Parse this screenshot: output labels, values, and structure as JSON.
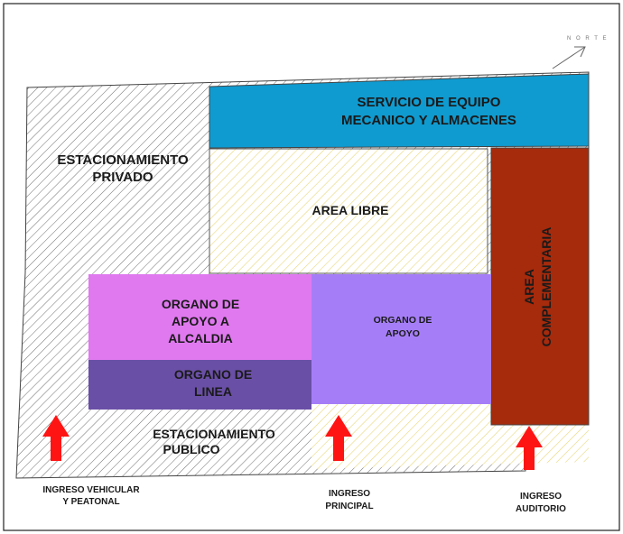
{
  "north": {
    "label": "N O R T E"
  },
  "zones": {
    "servicio": {
      "line1": "SERVICIO DE EQUIPO",
      "line2": "MECANICO Y ALMACENES",
      "color": "#0f9bd0"
    },
    "estac_privado": {
      "line1": "ESTACIONAMIENTO",
      "line2": "PRIVADO"
    },
    "area_libre": {
      "label": "AREA LIBRE",
      "hatch_color": "#e9d77c"
    },
    "area_complementaria": {
      "line1": "AREA",
      "line2": "COMPLEMENTARIA",
      "color": "#a62a0c"
    },
    "organo_apoyo_alcaldia": {
      "line1": "ORGANO DE",
      "line2": "APOYO A",
      "line3": "ALCALDIA",
      "color": "#e079f0"
    },
    "organo_apoyo": {
      "line1": "ORGANO DE",
      "line2": "APOYO",
      "color": "#a57ef7"
    },
    "organo_linea": {
      "line1": "ORGANO DE",
      "line2": "LINEA",
      "color": "#6a4fa6"
    },
    "estac_publico": {
      "line1": "ESTACIONAMIENTO",
      "line2": "PUBLICO"
    }
  },
  "entrances": [
    {
      "line1": "INGRESO  VEHICULAR",
      "line2": "Y PEATONAL"
    },
    {
      "line1": "INGRESO",
      "line2": "PRINCIPAL"
    },
    {
      "line1": "INGRESO",
      "line2": "AUDITORIO"
    }
  ],
  "arrow_color": "#ff1414"
}
